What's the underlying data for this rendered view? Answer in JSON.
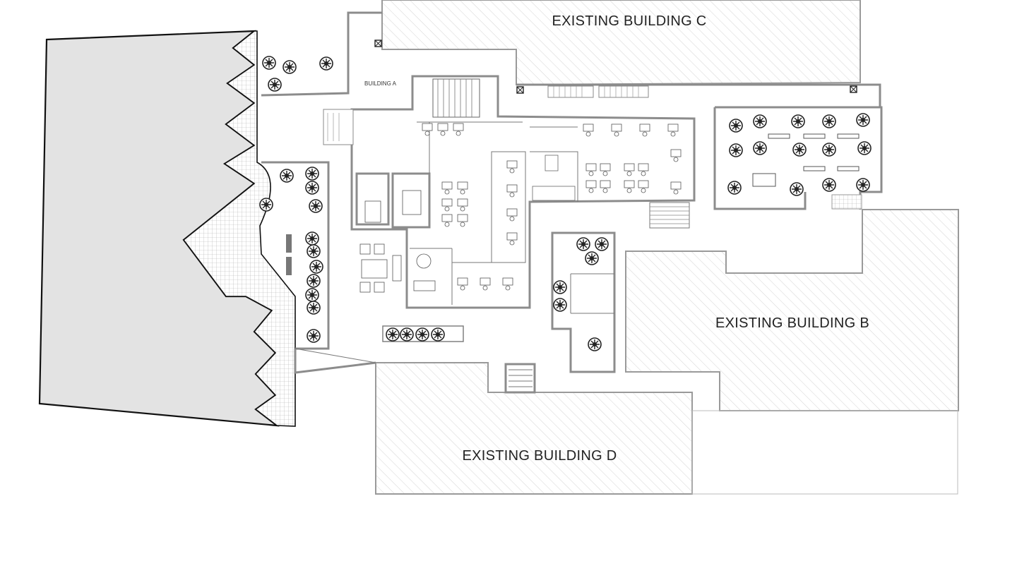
{
  "labels": {
    "building_a": "BUILDING A",
    "building_b": "EXISTING BUILDING B",
    "building_c": "EXISTING BUILDING C",
    "building_d": "EXISTING BUILDING D"
  },
  "colors": {
    "hatch": "#cfcfcf",
    "wall": "#8c8c8c",
    "massing_fill": "#e3e3e3",
    "line": "#333333"
  }
}
